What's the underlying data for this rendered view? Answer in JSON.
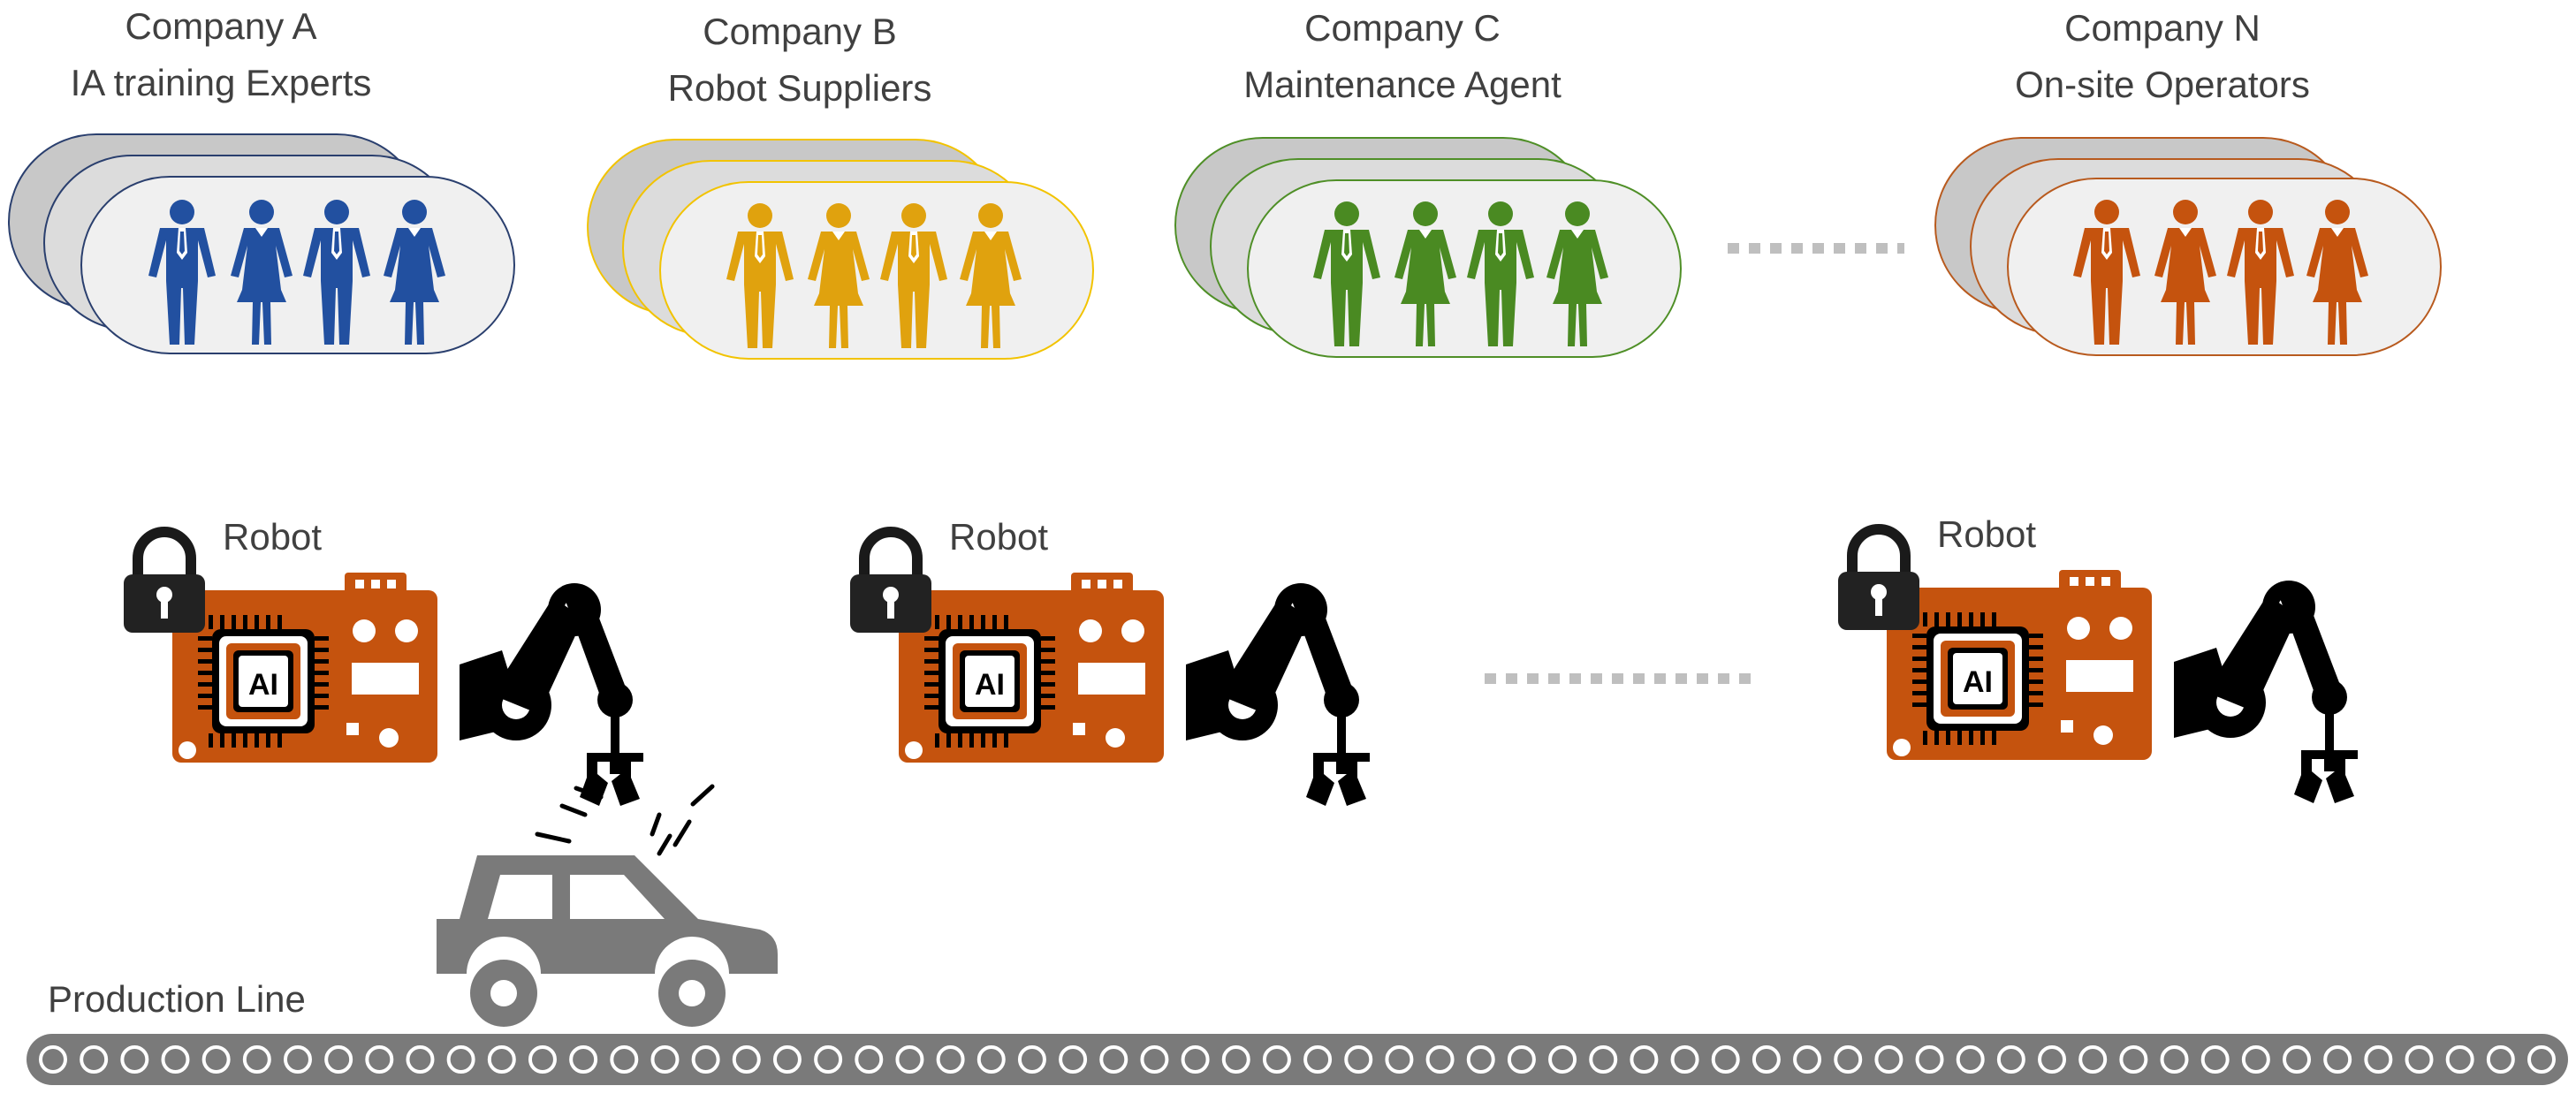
{
  "companies": [
    {
      "name": "Company A",
      "role": "IA training Experts",
      "color": "#2250a0",
      "stroke": "#2a3f6e"
    },
    {
      "name": "Company B",
      "role": "Robot Suppliers",
      "color": "#e0a20e",
      "stroke": "#f2c300"
    },
    {
      "name": "Company C",
      "role": "Maintenance Agent",
      "color": "#4a8a22",
      "stroke": "#4f8f27"
    },
    {
      "name": "Company N",
      "role": "On-site Operators",
      "color": "#c5530e",
      "stroke": "#b85a1e"
    }
  ],
  "robots": [
    {
      "label": "Robot",
      "chip_text": "AI",
      "locked": true,
      "active": true
    },
    {
      "label": "Robot",
      "chip_text": "AI",
      "locked": true,
      "active": false
    },
    {
      "label": "Robot",
      "chip_text": "AI",
      "locked": true,
      "active": false
    }
  ],
  "production_line": {
    "label": "Production Line"
  },
  "colors": {
    "board": "#c5530e",
    "board_dark": "#8a3608",
    "arm": "#000000",
    "car": "#7a7a7a",
    "belt": "#7a7a7a",
    "dots": "#bfbfbf"
  }
}
